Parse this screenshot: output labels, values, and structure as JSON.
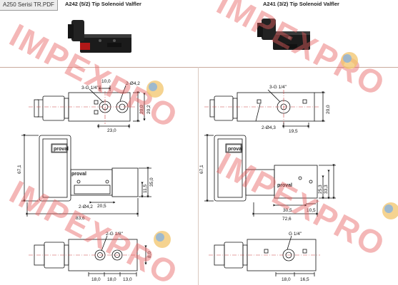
{
  "document": {
    "tab_label": "A250 Serisi TR.PDF",
    "left_heading": "A242 (5/2) Tip Solenoid Valfler",
    "right_heading": "A241 (3/2) Tip Solenoid Valfler"
  },
  "left_drawing": {
    "top_view": {
      "port_label": "3-G 1/4\"",
      "hole_label": "2-Ø4,2",
      "dims": [
        "10,0",
        "23,0",
        "20,0",
        "20,2"
      ]
    },
    "front_view": {
      "brand": "proval",
      "dims": [
        "67,1",
        "20,5",
        "11,5",
        "35,0",
        "83,6"
      ],
      "hole_label": "2-Ø4,2"
    },
    "bottom_view": {
      "port_label": "2-G 1/8\"",
      "dims": [
        "18,0",
        "18,0",
        "13,0",
        "8,0"
      ]
    }
  },
  "right_drawing": {
    "top_view": {
      "port_label": "3-G 1/4\"",
      "hole_label": "2-Ø4,3",
      "dims": [
        "19,5",
        "20,0"
      ]
    },
    "front_view": {
      "brand": "proval",
      "dims": [
        "67,1",
        "30,5",
        "10,5",
        "25,3",
        "33,3",
        "72,6"
      ]
    },
    "bottom_view": {
      "port_label": "G 1/4\"",
      "dims": [
        "18,0",
        "16,5"
      ]
    }
  },
  "watermark": {
    "text": "IMPEXPRO",
    "color": "#e76060"
  }
}
